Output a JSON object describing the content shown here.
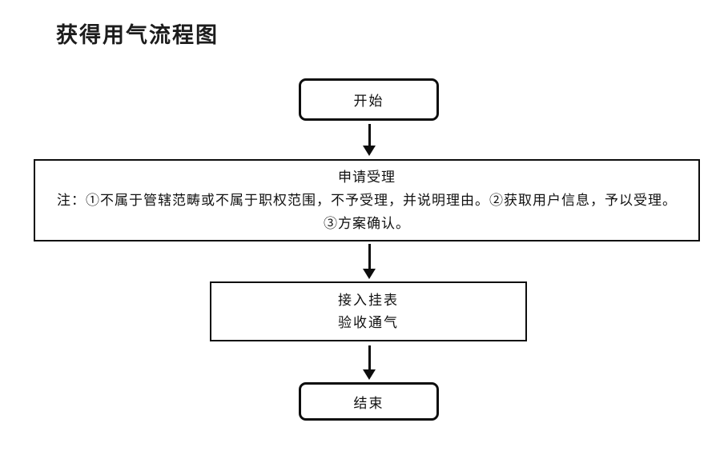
{
  "page": {
    "title": "获得用气流程图"
  },
  "flowchart": {
    "stroke_color": "#0d0d0d",
    "background_color": "#ffffff",
    "nodes": [
      {
        "id": "start",
        "type": "terminator",
        "label": "开始"
      },
      {
        "id": "apply-acceptance",
        "type": "process",
        "title": "申请受理",
        "note": "注：①不属于管辖范畴或不属于职权范围，不予受理，并说明理由。②获取用户信息，予以受理。",
        "note2": "③方案确认。"
      },
      {
        "id": "meter-gas",
        "type": "process",
        "line1": "接入挂表",
        "line2": "验收通气"
      },
      {
        "id": "end",
        "type": "terminator",
        "label": "结束"
      }
    ],
    "edges": [
      {
        "from": "start",
        "to": "apply-acceptance"
      },
      {
        "from": "apply-acceptance",
        "to": "meter-gas"
      },
      {
        "from": "meter-gas",
        "to": "end"
      }
    ]
  }
}
